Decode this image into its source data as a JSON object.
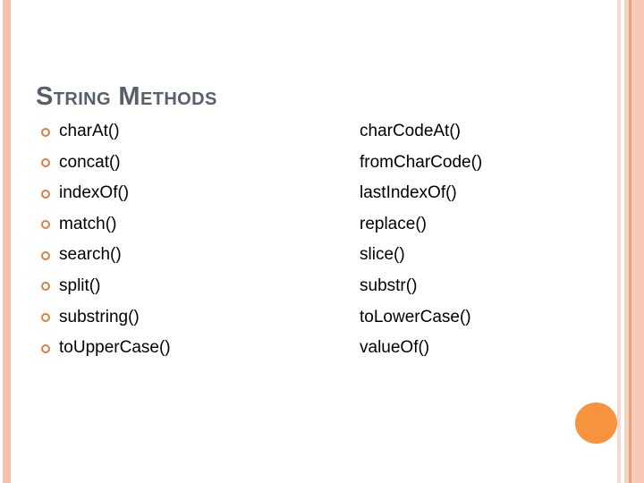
{
  "slide": {
    "title": "String Methods",
    "background_color": "#FFFFFF",
    "title_color": "#575F6B",
    "bullet_color": "#D98142",
    "accent_dot_color": "#F7933D",
    "left_bar_color": "#F4C3B0"
  },
  "columns": {
    "left": {
      "items": [
        {
          "label": "charAt()"
        },
        {
          "label": "concat()"
        },
        {
          "label": "indexOf()"
        },
        {
          "label": "match()"
        },
        {
          "label": "search()"
        },
        {
          "label": "split()"
        },
        {
          "label": "substring()"
        },
        {
          "label": "toUpperCase()"
        }
      ]
    },
    "right": {
      "items": [
        {
          "label": "charCodeAt()"
        },
        {
          "label": "fromCharCode()"
        },
        {
          "label": "lastIndexOf()"
        },
        {
          "label": "replace()"
        },
        {
          "label": "slice()"
        },
        {
          "label": "substr()"
        },
        {
          "label": "toLowerCase()"
        },
        {
          "label": "valueOf()"
        }
      ]
    }
  }
}
